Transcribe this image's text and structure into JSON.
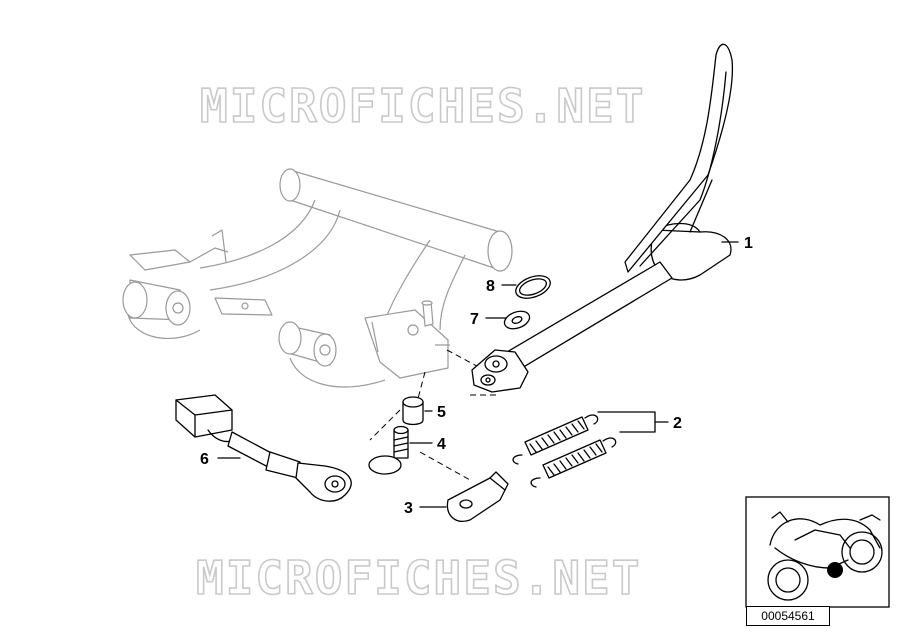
{
  "watermark": {
    "top": "MICROFICHES.NET",
    "bottom": "MICROFICHES.NET"
  },
  "callouts": [
    {
      "id": "1",
      "label": "1"
    },
    {
      "id": "2",
      "label": "2"
    },
    {
      "id": "3",
      "label": "3"
    },
    {
      "id": "4",
      "label": "4"
    },
    {
      "id": "5",
      "label": "5"
    },
    {
      "id": "6",
      "label": "6"
    },
    {
      "id": "7",
      "label": "7"
    },
    {
      "id": "8",
      "label": "8"
    }
  ],
  "reference_number": "00054561",
  "colors": {
    "line": "#000000",
    "frame_gray": "#9a9a9a",
    "watermark": "#c9c9c9",
    "marker": "#000000"
  }
}
